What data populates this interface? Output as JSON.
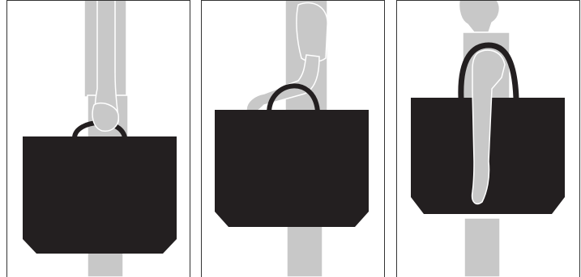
{
  "colors": {
    "background": "#ffffff",
    "figure": "#c8c8c8",
    "figure_outline": "#ffffff",
    "bag": "#231f20",
    "frame": "#333333"
  },
  "panels": [
    {
      "carry_style": "hand-carry",
      "icon": "person-hand-carry-tote-icon"
    },
    {
      "carry_style": "forearm-carry",
      "icon": "person-forearm-carry-tote-icon"
    },
    {
      "carry_style": "shoulder-carry",
      "icon": "person-shoulder-carry-tote-icon"
    }
  ]
}
